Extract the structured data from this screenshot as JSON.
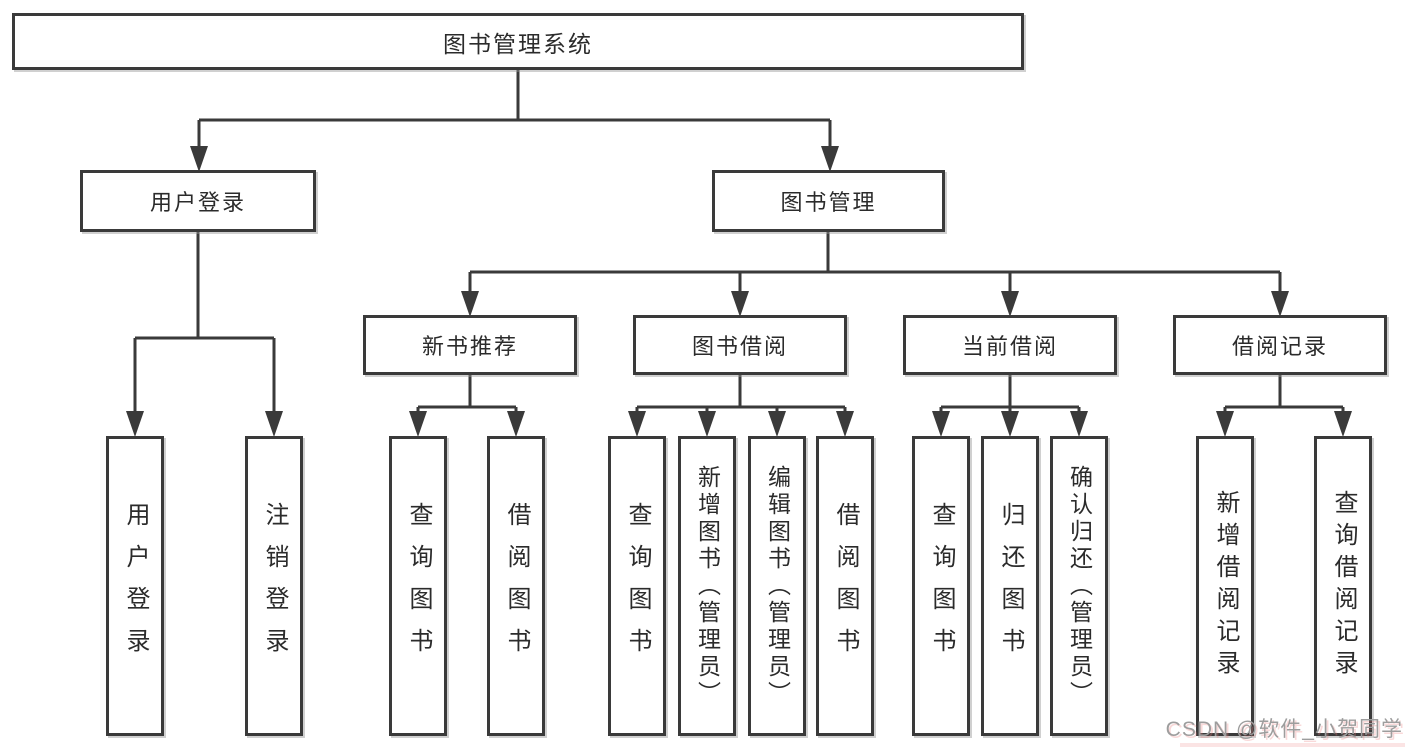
{
  "diagram_type": "hierarchy-tree",
  "root": {
    "label": "图书管理系统",
    "children": [
      {
        "label": "用户登录",
        "children": [
          {
            "label": "用户登录"
          },
          {
            "label": "注销登录"
          }
        ]
      },
      {
        "label": "图书管理",
        "children": [
          {
            "label": "新书推荐",
            "children": [
              {
                "label": "查询图书"
              },
              {
                "label": "借阅图书"
              }
            ]
          },
          {
            "label": "图书借阅",
            "children": [
              {
                "label": "查询图书"
              },
              {
                "label": "新增图书（管理员）"
              },
              {
                "label": "编辑图书（管理员）"
              },
              {
                "label": "借阅图书"
              }
            ]
          },
          {
            "label": "当前借阅",
            "children": [
              {
                "label": "查询图书"
              },
              {
                "label": "归还图书"
              },
              {
                "label": "确认归还（管理员）"
              }
            ]
          },
          {
            "label": "借阅记录",
            "children": [
              {
                "label": "新增借阅记录"
              },
              {
                "label": "查询借阅记录"
              }
            ]
          }
        ]
      }
    ]
  },
  "watermark": {
    "text": "CSDN @软件_小贺同学"
  },
  "colors": {
    "line": "#3a3a3a",
    "box_border": "#3a3a3a",
    "box_fill": "#ffffff",
    "text": "#2b2b2b",
    "watermark_text": "#9d9d9d"
  }
}
